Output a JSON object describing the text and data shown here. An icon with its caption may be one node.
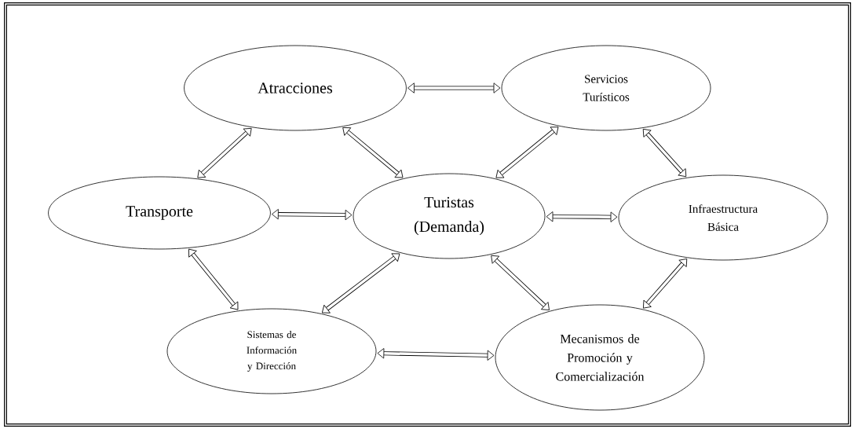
{
  "diagram": {
    "nodes": [
      {
        "text": [
          "Atracciones"
        ]
      },
      {
        "text": [
          "Servicios Turísticos"
        ]
      },
      {
        "text": [
          "Transporte"
        ]
      },
      {
        "text": [
          "Turistas (Demanda)"
        ]
      },
      {
        "text": [
          "Infraestructura Básica"
        ]
      },
      {
        "text": [
          "Sistemas de Información y Dirección"
        ]
      },
      {
        "text": [
          "Mecanismos de Promoción y Comercialización"
        ]
      }
    ],
    "edges": [
      {
        "from": 0,
        "to": 1,
        "arrow": "both"
      },
      {
        "from": 0,
        "to": 2,
        "arrow": "both"
      },
      {
        "from": 0,
        "to": 3,
        "arrow": "both"
      },
      {
        "from": 1,
        "to": 3,
        "arrow": "both"
      },
      {
        "from": 1,
        "to": 4,
        "arrow": "both"
      },
      {
        "from": 2,
        "to": 3,
        "arrow": "both"
      },
      {
        "from": 3,
        "to": 4,
        "arrow": "both"
      },
      {
        "from": 2,
        "to": 5,
        "arrow": "both"
      },
      {
        "from": 3,
        "to": 5,
        "arrow": "both"
      },
      {
        "from": 3,
        "to": 6,
        "arrow": "both"
      },
      {
        "from": 4,
        "to": 6,
        "arrow": "both"
      },
      {
        "from": 5,
        "to": 6,
        "arrow": "both"
      }
    ]
  }
}
